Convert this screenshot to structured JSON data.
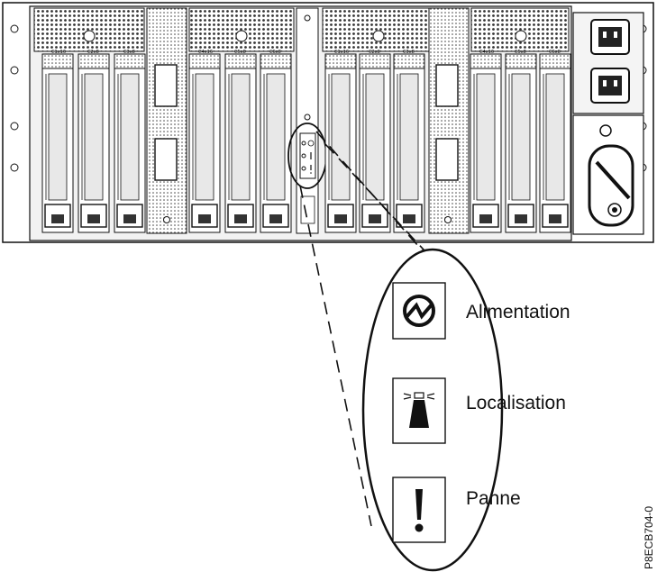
{
  "figure_id": "P8ECB704-0",
  "colors": {
    "ink": "#111111",
    "panel": "#ffffff",
    "shade": "#cfcfcf"
  },
  "left_drawer": {
    "slot_labels": [
      "C1x16",
      "C2x8",
      "C3x8",
      "C4x16",
      "C5x8",
      "C6x8"
    ]
  },
  "right_drawer": {
    "slot_labels": [
      "C1x16",
      "C2x8",
      "C3x8",
      "C4x16",
      "C5x8",
      "C6x8"
    ]
  },
  "indicators": [
    {
      "icon": "power-on-icon",
      "label": "Alimentation"
    },
    {
      "icon": "locate-beacon-icon",
      "label": "Localisation"
    },
    {
      "icon": "fault-exclamation-icon",
      "label": "Panne"
    }
  ]
}
